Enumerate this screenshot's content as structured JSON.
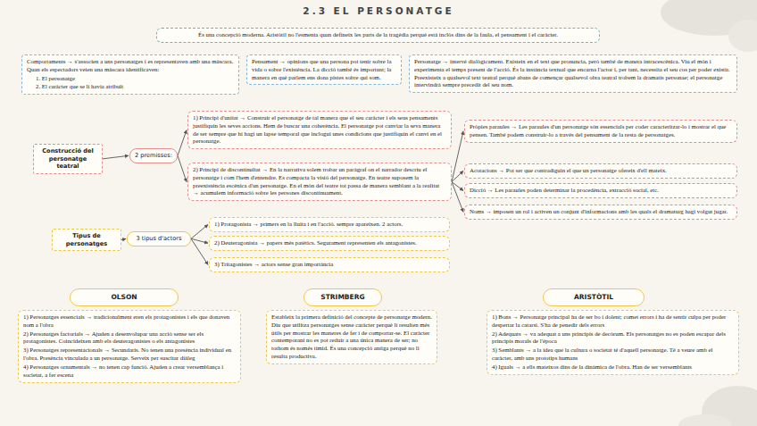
{
  "diagram": {
    "title": "2.3 EL PERSONATGE",
    "nodes": [
      {
        "text": [
          "És una concepció moderna. Aristòtil no l'esmenta quan defineix les parts de la tragèdia perquè està inclòs dins de la faula, el pensament i el caràcter."
        ]
      },
      {
        "text": [
          "Comportaments → s'associen a uns personatges i es representaven amb una màscara. Quan els espectadors veien una màscara identificaven:",
          "1. El personatge",
          "2. El caràcter que se li havia atribuït"
        ]
      },
      {
        "text": [
          "Pensament → opinions que una persona pot tenir sobre la vida o sobre l'existència. La dicció també és important; la manera en què parlem ens dona pistes sobre qui som."
        ]
      },
      {
        "text": [
          "Personatge → intervé dialògicament. Existeix en el text que pronuncia, però també de manera intracescènica. Viu el món i experimenta el temps present de l'acció. És la instància textual que encarna l'actor i, per tant, necessita el seu cos per poder existir. Preexisteix a qualsevol text teatral perquè abans de començar qualsevol obra teatral trobem la dramatis personae; el personatge intervindrà sempre precedit del seu nom."
        ]
      },
      {
        "text": [
          "Construcció del personatge teatral"
        ]
      },
      {
        "text": [
          "2 premisses:"
        ]
      },
      {
        "text": [
          "1) Principi d'unitat → Construir el personatge de tal manera que el seu caràcter i els seus pensaments justifiquin les seves accions. Hem de buscar una coherència. El personatge pot canviar la seva manera de ser sempre que hi hagi un lapse temporal que inclogui unes condicions que justifiquin el canvi en el personatge."
        ]
      },
      {
        "text": [
          "2) Principi de discontinuïtat → En la narrativa solem trobar un paràgraf on el narrador descriu el personatge i com l'hem d'entendre. Es compacta la visió del personatge. En teatre suposem la preexistència escènica d'un personatge. En el món del teatre tot passa de manera semblant a la realitat → acumulem informació sobre les persones discontinuament."
        ]
      },
      {
        "text": [
          "Pròpies paraules → Les paraules d'un personatge són essencials per coder caracteritzar-lo i mostrar el que pensen. També podem construir-lo a través del pensament de la resta de personatges."
        ]
      },
      {
        "text": [
          "Acotacions → Pot ser que contradiguin el que un personatge ofereix d'ell mateix."
        ]
      },
      {
        "text": [
          "Dicció → Les paraules poden determinar la procedència, extracció social, etc."
        ]
      },
      {
        "text": [
          "Noms → imposen un rol i activen un conjunt d'informacions amb les quals el dramaturg hagi volgut jugar."
        ]
      },
      {
        "text": [
          "Tipus de personatges"
        ]
      },
      {
        "text": [
          "3 tipus d'actors"
        ]
      },
      {
        "text": [
          "1) Protagonista → primers en la lluita i en l'acció. sempre apareixen. 2 actors."
        ]
      },
      {
        "text": [
          "2) Deuteragonista → papers més patètics. Segurament representen els antagonistes."
        ]
      },
      {
        "text": [
          "3) Tritagonistes → actors sense gran importància"
        ]
      },
      {
        "text": [
          "OLSON"
        ]
      },
      {
        "text": [
          "1) Personatges essencials → tradicionalment eren els protagonistes i els que donaven nom a l'obra",
          "2) Personatges factorials → Ajuden a desenvolupar una acció sense ser els protagonistes. Coincideixen amb els deuteragonistes o els antagonistes",
          "3) Personatges representacionals → Secundaris. No tenen una presència individual en l'obra. Presència vinculada a un personatge. Serveix per suscitar diàleg",
          "4) Personatges ornamentals → no tenen cap funció. Ajuden a crear versemblança i societat, a fer escena"
        ]
      },
      {
        "text": [
          "STRIMBERG"
        ]
      },
      {
        "text": [
          "Estableix la primera definició del concepte de personatge modern. Diu que utilitza personatges sense caràcter perquè li resulten més útils per mostrar les maneres de fer i de comportar-se. El caràcter contemporani no es pot reduir a una única manera de ser; no tothom és només tímid. És una concepció antiga perquè no li resulta productiva."
        ]
      },
      {
        "text": [
          "ARISTÒTIL"
        ]
      },
      {
        "text": [
          "1) Bons → Personatge principal ha de ser bo i dolent; comet errors i ha de sentir culpa per poder despertar la catarsi. S'ha de penedir dels errors",
          "2) Adequats → va adequat a uns principis de decòrum. Els personatges no es poden escapar dels principis morals de l'època",
          "3) Semblants → a la idea que la cultura o societat té d'aquell personatge. Té a veure amb el caràcter, amb uns prototips humans",
          "4) Iguals → a ells mateixos dins de la dinàmica de l'obra. Han de ser versemblants"
        ]
      }
    ],
    "edges": [
      {
        "from": 4,
        "to": 5,
        "arrow": "to"
      },
      {
        "from": 5,
        "to": 6,
        "arrow": "to"
      },
      {
        "from": 5,
        "to": 7,
        "arrow": "to"
      },
      {
        "from": 7,
        "to": 8,
        "arrow": "to"
      },
      {
        "from": 7,
        "to": 9,
        "arrow": "to"
      },
      {
        "from": 7,
        "to": 10,
        "arrow": "to"
      },
      {
        "from": 7,
        "to": 11,
        "arrow": "to"
      },
      {
        "from": 12,
        "to": 13,
        "arrow": "to"
      },
      {
        "from": 13,
        "to": 14,
        "arrow": "to"
      },
      {
        "from": 13,
        "to": 15,
        "arrow": "to"
      },
      {
        "from": 13,
        "to": 16,
        "arrow": "to"
      }
    ]
  }
}
